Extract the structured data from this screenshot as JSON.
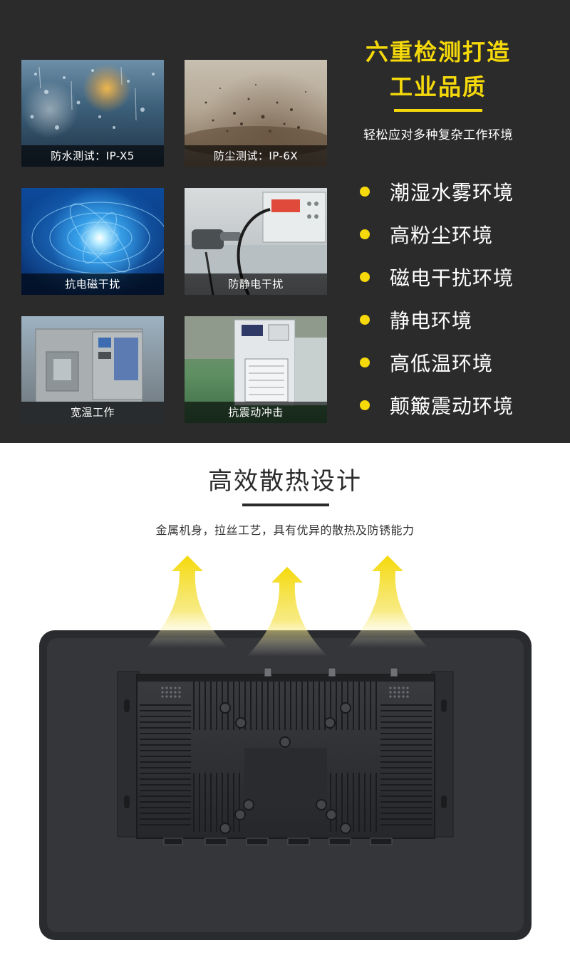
{
  "environment_section": {
    "tiles": [
      {
        "caption": "防水测试：IP-X5"
      },
      {
        "caption": "防尘测试：IP-6X"
      },
      {
        "caption": "抗电磁干扰"
      },
      {
        "caption": "防静电干扰"
      },
      {
        "caption": "宽温工作"
      },
      {
        "caption": "抗震动冲击"
      }
    ],
    "title_line1": "六重检测打造",
    "title_line2": "工业品质",
    "subtitle": "轻松应对多种复杂工作环境",
    "items": [
      {
        "label": "潮湿水雾环境"
      },
      {
        "label": "高粉尘环境"
      },
      {
        "label": "磁电干扰环境"
      },
      {
        "label": "静电环境"
      },
      {
        "label": "高低温环境"
      },
      {
        "label": "颠簸震动环境"
      }
    ],
    "accent_color": "#f5d90a",
    "background_color": "#2b2b2b"
  },
  "heat_section": {
    "title": "高效散热设计",
    "description": "金属机身，拉丝工艺，具有优异的散热及防锈能力",
    "arrow_color": "#f5d90a",
    "device_color": "#2e2f33"
  }
}
